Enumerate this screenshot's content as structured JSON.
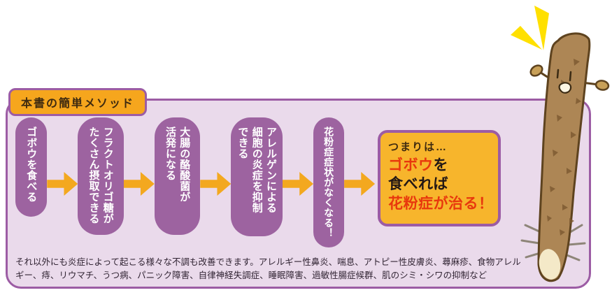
{
  "header": {
    "title": "本書の簡単メソッド"
  },
  "flow": {
    "steps": [
      {
        "label": "ゴボウを食べる",
        "lines": [
          "ゴボウを食べる"
        ]
      },
      {
        "label": "フラクトオリゴ糖がたくさん摂取できる",
        "lines": [
          "フラクトオリゴ糖が",
          "たくさん摂取できる"
        ]
      },
      {
        "label": "大腸の酪酸菌が活発になる",
        "lines": [
          "大腸の酪酸菌が",
          "活発になる"
        ]
      },
      {
        "label": "アレルゲンによる細胞の炎症を抑制できる",
        "lines": [
          "アレルゲンによる",
          "細胞の炎症を抑制",
          "できる"
        ]
      },
      {
        "label": "花粉症症状がなくなる！",
        "lines": [
          "花粉症症状がなくなる！"
        ]
      }
    ]
  },
  "conclusion": {
    "intro": "つまりは…",
    "line1_red": "ゴボウ",
    "line1_dark": "を",
    "line2": "食べれば",
    "line3": "花粉症が治る！"
  },
  "caption": {
    "line1": "それ以外にも炎症によって起こる様々な不調も改善できます。アレルギー性鼻炎、喘息、アトピー性皮膚炎、蕁麻疹、食物アレル",
    "line2": "ギー、痔、リウマチ、うつ病、パニック障害、自律神経失調症、睡眠障害、過敏性腸症候群、肌のシミ・シワの抑制など"
  },
  "illustration": {
    "name": "burdock-character"
  },
  "colors": {
    "panel_bg": "#EADAEB",
    "panel_border": "#9C5CA4",
    "pill_bg": "#9D63A0",
    "pill_text": "#FFFFFF",
    "arrow_orange": "#F3A81F",
    "title_bg": "#F6A61D",
    "conclusion_bg": "#F7B52C",
    "red_text": "#E8380D",
    "dark_text": "#231815",
    "sparkle_yellow": "#FFE000",
    "root_brown": "#AD8655"
  }
}
